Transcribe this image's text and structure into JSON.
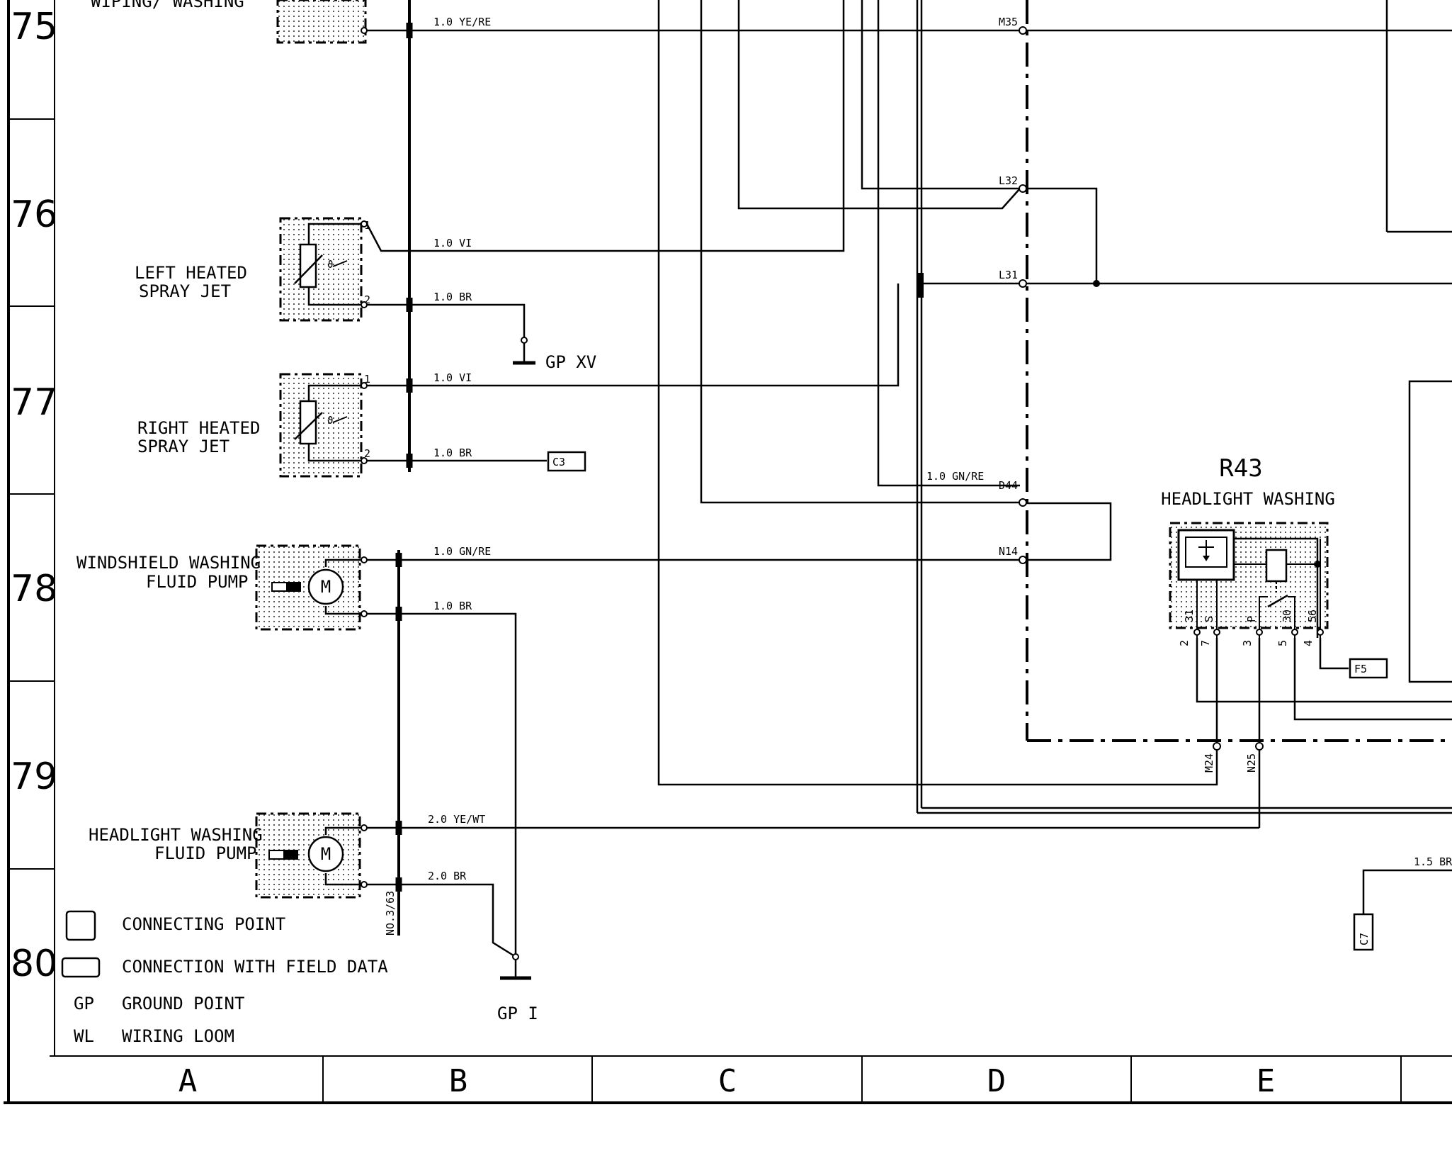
{
  "rows": [
    "75",
    "76",
    "77",
    "78",
    "79",
    "80"
  ],
  "columns": [
    "A",
    "B",
    "C",
    "D",
    "E"
  ],
  "top_label": "WIPING/ WASHING",
  "components": {
    "left_jet": [
      "LEFT HEATED",
      "SPRAY JET"
    ],
    "right_jet": [
      "RIGHT HEATED",
      "SPRAY JET"
    ],
    "windshield_pump": [
      "WINDSHIELD WASHING",
      "FLUID PUMP"
    ],
    "headlight_pump": [
      "HEADLIGHT WASHING",
      "FLUID PUMP"
    ],
    "relay_id": "R43",
    "relay_name": "HEADLIGHT WASHING",
    "motor_symbol": "M"
  },
  "wires": {
    "w75": "1.0 YE/RE",
    "w76a": "1.0 VI",
    "w76b": "1.0 BR",
    "w77a": "1.0 VI",
    "w77b": "1.0 BR",
    "w78a": "1.0 GN/RE",
    "w78b": "1.0 BR",
    "w79a": "2.0 YE/WT",
    "w79b": "2.0 BR",
    "wD44": "1.0 GN/RE",
    "wC7": "1.5 BR"
  },
  "connectors": {
    "M35": "M35",
    "L32": "L32",
    "L31": "L31",
    "D44": "D44",
    "N14": "N14",
    "M24": "M24",
    "N25": "N25",
    "C3": "C3",
    "F5": "F5",
    "C7": "C7",
    "loom": "NO.3/63"
  },
  "pins": {
    "p1": "1",
    "p2": "2",
    "r2": "2",
    "r7": "7",
    "r3": "3",
    "r5": "5",
    "r4": "4",
    "r31": "31",
    "rS": "S",
    "rP": "P",
    "r30": "30",
    "r56": "56"
  },
  "grounds": {
    "gp15": "GP XV",
    "gp1": "GP I"
  },
  "legend": [
    {
      "key": "",
      "text": "CONNECTING POINT"
    },
    {
      "key": "",
      "text": "CONNECTION WITH FIELD DATA"
    },
    {
      "key": "GP",
      "text": "GROUND POINT"
    },
    {
      "key": "WL",
      "text": "WIRING LOOM"
    }
  ]
}
